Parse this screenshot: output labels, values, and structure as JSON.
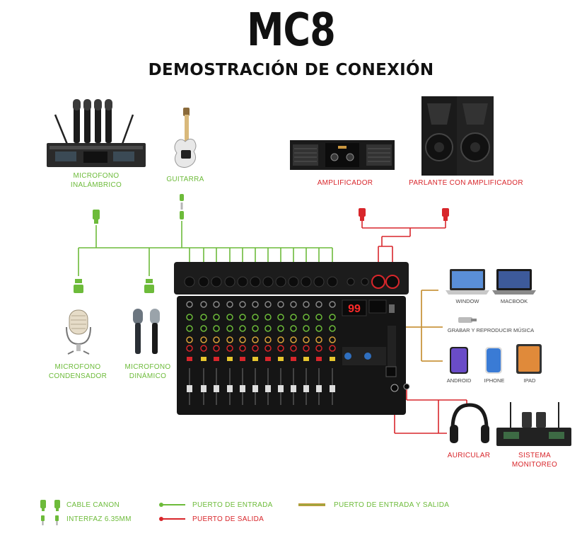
{
  "header": {
    "title": "MC8",
    "subtitle": "DEMOSTRACIÓN DE CONEXIÓN"
  },
  "inputs": {
    "wireless_mic": "MICROFONO\nINALÁMBRICO",
    "guitar": "GUITARRA",
    "condenser_mic": "MICROFONO\nCONDENSADOR",
    "dynamic_mic": "MICROFONO\nDINÁMICO"
  },
  "outputs": {
    "amplifier": "AMPLIFICADOR",
    "powered_speaker": "PARLANTE CON AMPLIFICADOR",
    "headphones": "AURICULAR",
    "monitor_system": "SISTEMA\nMONITOREO"
  },
  "devices": {
    "window": "WINDOW",
    "macbook": "MACBOOK",
    "usb": "GRABAR Y REPRODUCIR MÚSICA",
    "android": "ANDROID",
    "iphone": "IPHONE",
    "ipad": "IPAD"
  },
  "mixer": {
    "display_value": "99"
  },
  "legend": {
    "canon_cable": "CABLE CANON",
    "interface": "INTERFAZ 6.35MM",
    "input_port": "PUERTO DE ENTRADA",
    "output_port": "PUERTO DE SALIDA",
    "io_port": "PUERTO DE ENTRADA Y SALIDA"
  },
  "colors": {
    "input": "#6dbb3a",
    "output": "#d8262b",
    "io": "#c9963f"
  }
}
